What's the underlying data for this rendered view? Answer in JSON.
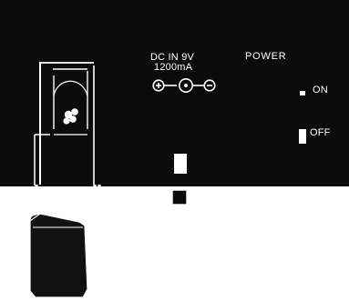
{
  "panel": {
    "background_color": "#0b0b0b",
    "jack_label": "DC IN 9V",
    "current_label": "1200mA",
    "power_label": "POWER",
    "on_label": "ON",
    "off_label": "OFF"
  },
  "adapter": {
    "body_color": "#111111",
    "prong_color": "#ffffff",
    "cable_color": "#ffffff"
  },
  "icons": {
    "polarity": "dc-polarity-icon",
    "cable_tie": "cable-tie-icon",
    "adapter": "power-adapter-icon",
    "plug": "dc-plug-icon",
    "switch_on": "switch-on-icon",
    "switch_off": "switch-off-icon"
  }
}
